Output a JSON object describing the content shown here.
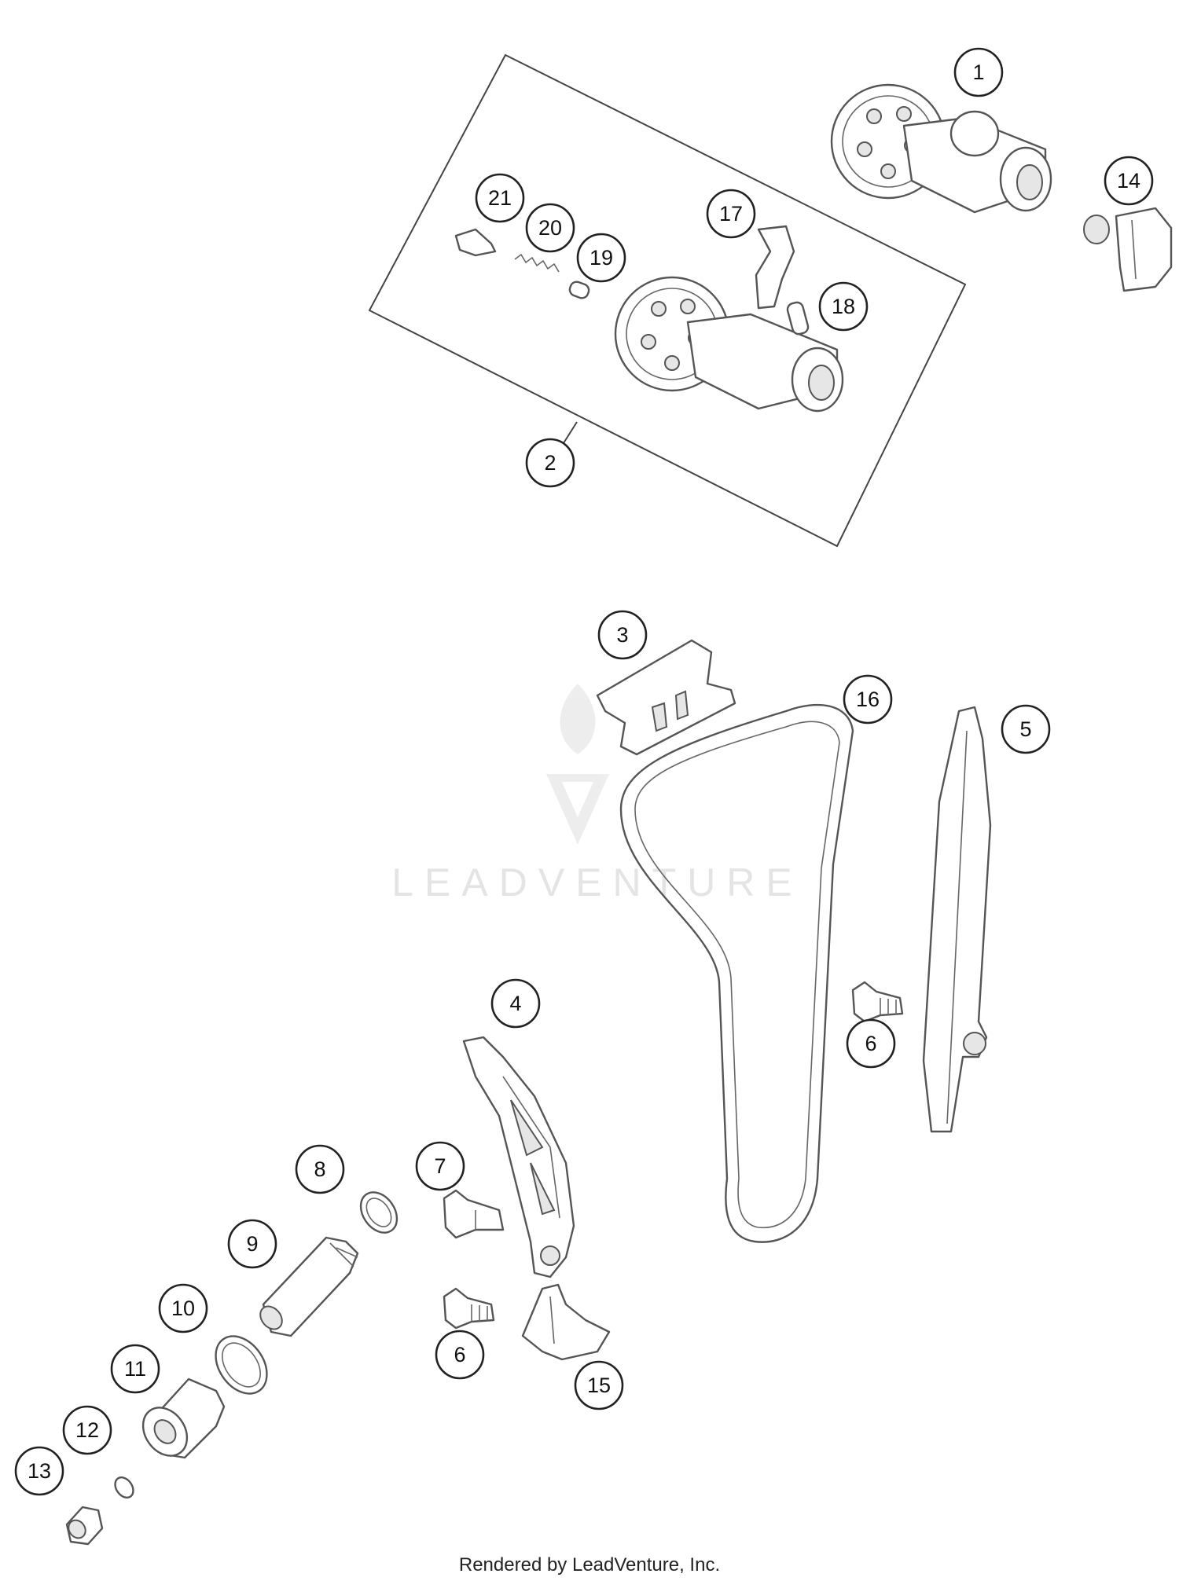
{
  "callouts": [
    {
      "id": "1",
      "label": "1"
    },
    {
      "id": "2",
      "label": "2"
    },
    {
      "id": "3",
      "label": "3"
    },
    {
      "id": "4",
      "label": "4"
    },
    {
      "id": "5",
      "label": "5"
    },
    {
      "id": "6a",
      "label": "6"
    },
    {
      "id": "6b",
      "label": "6"
    },
    {
      "id": "7",
      "label": "7"
    },
    {
      "id": "8",
      "label": "8"
    },
    {
      "id": "9",
      "label": "9"
    },
    {
      "id": "10",
      "label": "10"
    },
    {
      "id": "11",
      "label": "11"
    },
    {
      "id": "12",
      "label": "12"
    },
    {
      "id": "13",
      "label": "13"
    },
    {
      "id": "14",
      "label": "14"
    },
    {
      "id": "15",
      "label": "15"
    },
    {
      "id": "16",
      "label": "16"
    },
    {
      "id": "17",
      "label": "17"
    },
    {
      "id": "18",
      "label": "18"
    },
    {
      "id": "19",
      "label": "19"
    },
    {
      "id": "20",
      "label": "20"
    },
    {
      "id": "21",
      "label": "21"
    }
  ],
  "watermark": {
    "text": "LEADVENTURE"
  },
  "footer": {
    "text": "Rendered by LeadVenture, Inc."
  }
}
